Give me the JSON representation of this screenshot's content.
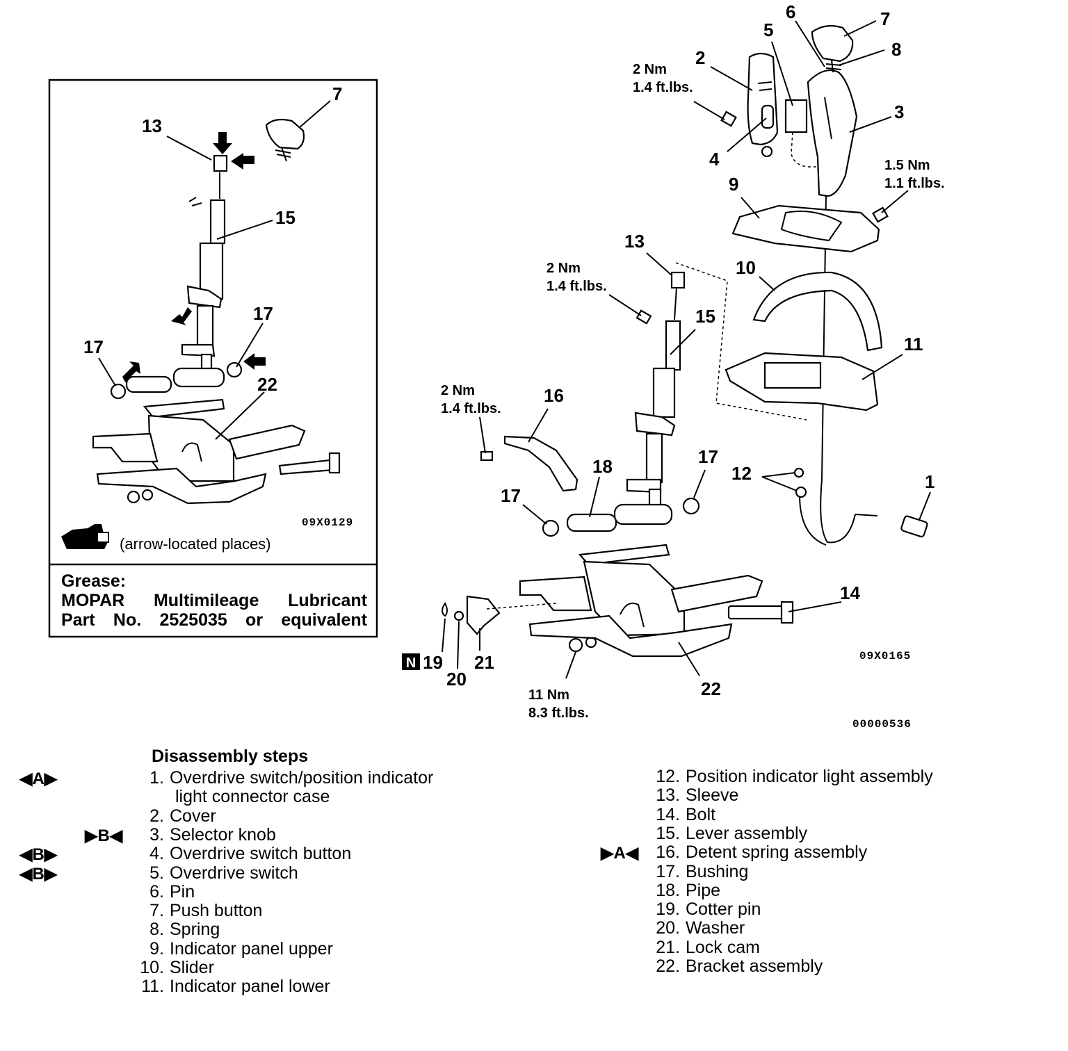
{
  "left_panel": {
    "callouts": [
      "7",
      "13",
      "15",
      "17",
      "17",
      "22"
    ],
    "figure_code": "09X0129",
    "arrow_note": "(arrow-located places)",
    "grease": {
      "title": "Grease:",
      "line1_words": [
        "MOPAR",
        "Multimileage",
        "Lubricant"
      ],
      "line2_words": [
        "Part",
        "No.",
        "2525035",
        "or",
        "equivalent"
      ]
    }
  },
  "main_figure": {
    "callouts": [
      "1",
      "2",
      "3",
      "4",
      "5",
      "6",
      "7",
      "8",
      "9",
      "10",
      "11",
      "12",
      "13",
      "14",
      "15",
      "16",
      "17",
      "17",
      "18",
      "19",
      "20",
      "21",
      "22"
    ],
    "torques": [
      {
        "nm": "2  Nm",
        "ft": "1.4 ft.lbs."
      },
      {
        "nm": "1.5 Nm",
        "ft": "1.1 ft.lbs."
      },
      {
        "nm": "2  Nm",
        "ft": "1.4 ft.lbs."
      },
      {
        "nm": "2  Nm",
        "ft": "1.4 ft.lbs."
      },
      {
        "nm": "11  Nm",
        "ft": "8.3 ft.lbs."
      }
    ],
    "figure_code": "09X0165",
    "doc_code": "00000536",
    "n_badge": "N"
  },
  "disassembly": {
    "heading": "Disassembly steps",
    "left_steps": [
      {
        "num": "1.",
        "text": "Overdrive switch/position indicator",
        "cont": "light connector case",
        "mark": "◀A▶"
      },
      {
        "num": "2.",
        "text": "Cover",
        "mark": ""
      },
      {
        "num": "3.",
        "text": "Selector knob",
        "mark": "▶B◀"
      },
      {
        "num": "4.",
        "text": "Overdrive switch button",
        "mark": "◀B▶"
      },
      {
        "num": "5.",
        "text": "Overdrive switch",
        "mark": "◀B▶"
      },
      {
        "num": "6.",
        "text": "Pin",
        "mark": ""
      },
      {
        "num": "7.",
        "text": "Push button",
        "mark": ""
      },
      {
        "num": "8.",
        "text": "Spring",
        "mark": ""
      },
      {
        "num": "9.",
        "text": "Indicator panel upper",
        "mark": ""
      },
      {
        "num": "10.",
        "text": "Slider",
        "mark": ""
      },
      {
        "num": "11.",
        "text": "Indicator panel lower",
        "mark": ""
      }
    ],
    "right_steps": [
      {
        "num": "12.",
        "text": "Position indicator light assembly",
        "mark": ""
      },
      {
        "num": "13.",
        "text": "Sleeve",
        "mark": ""
      },
      {
        "num": "14.",
        "text": "Bolt",
        "mark": ""
      },
      {
        "num": "15.",
        "text": "Lever assembly",
        "mark": ""
      },
      {
        "num": "16.",
        "text": "Detent spring assembly",
        "mark": "▶A◀"
      },
      {
        "num": "17.",
        "text": "Bushing",
        "mark": ""
      },
      {
        "num": "18.",
        "text": "Pipe",
        "mark": ""
      },
      {
        "num": "19.",
        "text": "Cotter pin",
        "mark": ""
      },
      {
        "num": "20.",
        "text": "Washer",
        "mark": ""
      },
      {
        "num": "21.",
        "text": "Lock cam",
        "mark": ""
      },
      {
        "num": "22.",
        "text": "Bracket assembly",
        "mark": ""
      }
    ]
  }
}
